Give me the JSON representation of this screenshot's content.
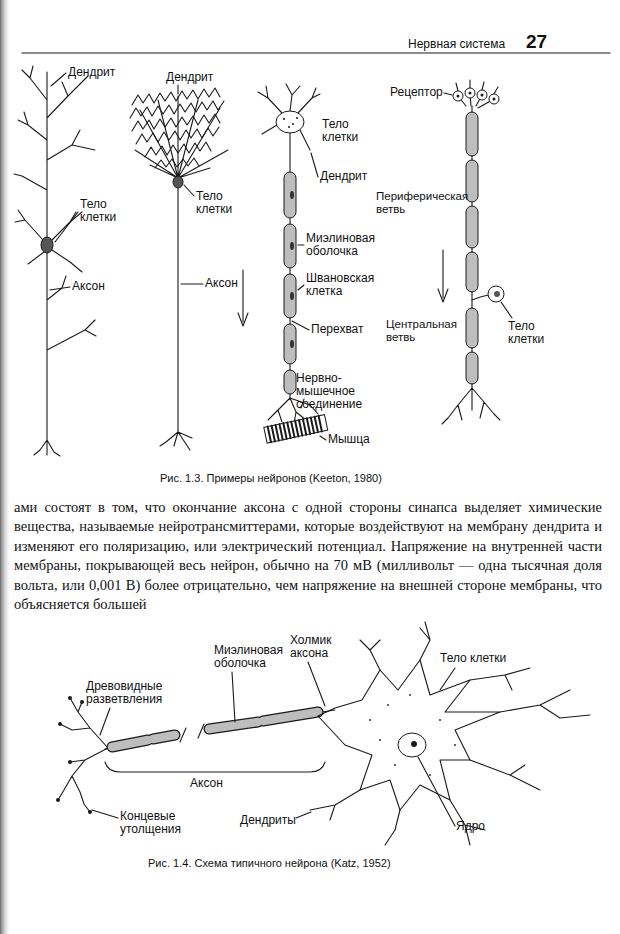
{
  "diagram": {
    "labels": [
      "Нервная система",
      "27",
      "Дендрит",
      "Тело клетки",
      "Аксон",
      "Дендрит",
      "Тело клетки",
      "Аксон",
      "Тело клетки",
      "Дендрит",
      "Миэлиновая оболочка",
      "Швановская клетка",
      "Перехват",
      "Нервно-мышечное соединение",
      "Мышца",
      "Рецептор",
      "Периферическая ветвь",
      "Центральная ветвь",
      "Тело клетки",
      "Рис. 1.3. Примеры нейронов (Keeton, 1980)",
      "ами состоят в том, что окончание аксона с одной стороны синапса выделяет химические вещества, называемые нейротрансмиттерами, которые воздействуют на мембрану дендрита и изменяют его поляризацию, или электрический потенциал. Напряжение на внутренней части мембраны, покрывающей весь нейрон, обычно на 70 мВ (милливольт — одна тысячная доля вольта, или 0,001 В) более отрицательно, чем напряжение на внешней стороне мембраны, что объясняется большей",
      "Миэлиновая оболочка",
      "Холмик аксона",
      "Тело клетки",
      "Древовидные разветвления",
      "Аксон",
      "Концевые утолщения",
      "Дендриты",
      "Ядро",
      "Рис. 1.4. Схема типичного нейрона (Katz, 1952)"
    ]
  }
}
